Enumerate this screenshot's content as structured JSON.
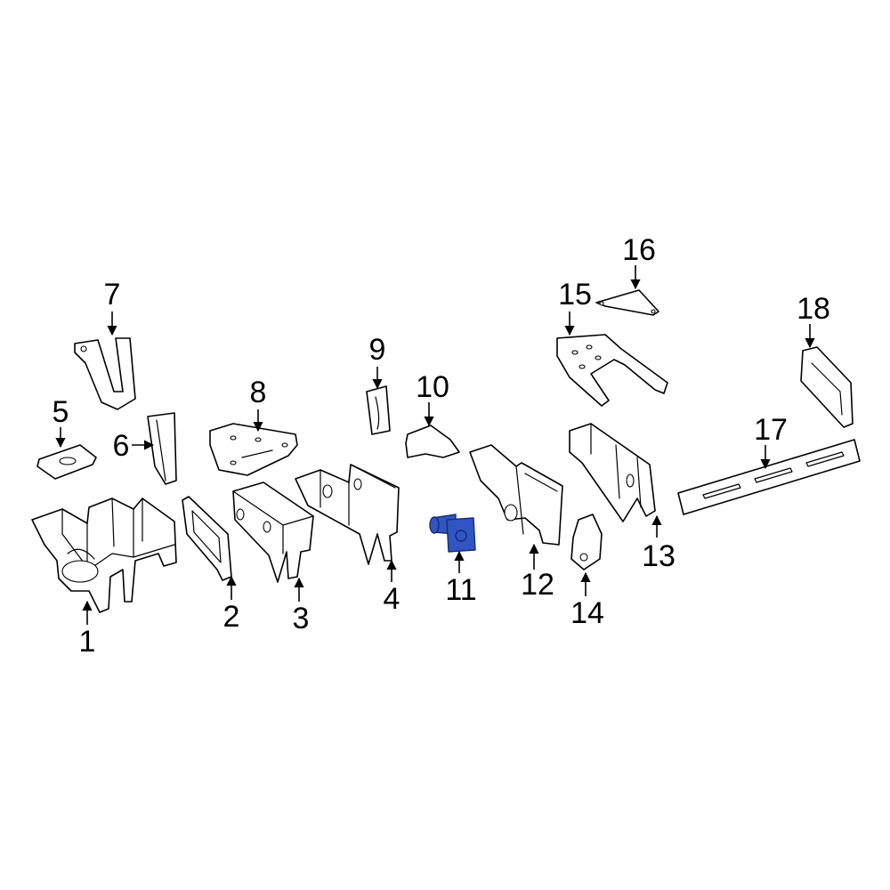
{
  "diagram": {
    "highlight_color": "#2f56c4",
    "highlighted_part": "11",
    "callouts": [
      {
        "id": "c1",
        "label": "1"
      },
      {
        "id": "c2",
        "label": "2"
      },
      {
        "id": "c3",
        "label": "3"
      },
      {
        "id": "c4",
        "label": "4"
      },
      {
        "id": "c5",
        "label": "5"
      },
      {
        "id": "c6",
        "label": "6"
      },
      {
        "id": "c7",
        "label": "7"
      },
      {
        "id": "c8",
        "label": "8"
      },
      {
        "id": "c9",
        "label": "9"
      },
      {
        "id": "c10",
        "label": "10"
      },
      {
        "id": "c11",
        "label": "11"
      },
      {
        "id": "c12",
        "label": "12"
      },
      {
        "id": "c13",
        "label": "13"
      },
      {
        "id": "c14",
        "label": "14"
      },
      {
        "id": "c15",
        "label": "15"
      },
      {
        "id": "c16",
        "label": "16"
      },
      {
        "id": "c17",
        "label": "17"
      },
      {
        "id": "c18",
        "label": "18"
      }
    ]
  }
}
